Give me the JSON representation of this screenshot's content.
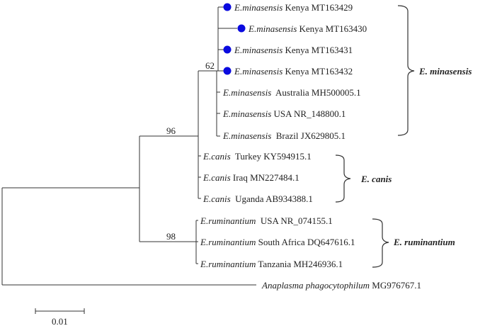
{
  "tips": [
    {
      "species": "E.minasensis",
      "rest": " Kenya MT163429",
      "marked": true
    },
    {
      "species": "E.minasensis",
      "rest": " Kenya MT163430",
      "marked": true
    },
    {
      "species": "E.minasensis",
      "rest": " Kenya MT163431",
      "marked": true
    },
    {
      "species": "E.minasensis",
      "rest": " Kenya MT163432",
      "marked": true
    },
    {
      "species": "E.minasensis",
      "rest": "  Australia MH500005.1",
      "marked": false
    },
    {
      "species": "E.minasensis",
      "rest": " USA NR_148800.1",
      "marked": false
    },
    {
      "species": "E.minasensis",
      "rest": "  Brazil JX629805.1",
      "marked": false
    },
    {
      "species": "E.canis",
      "rest": "  Turkey KY594915.1",
      "marked": false
    },
    {
      "species": "E.canis",
      "rest": " Iraq MN227484.1",
      "marked": false
    },
    {
      "species": "E.canis",
      "rest": "  Uganda AB934388.1",
      "marked": false
    },
    {
      "species": "E.ruminantium",
      "rest": "  USA NR_074155.1",
      "marked": false
    },
    {
      "species": "E.ruminantium",
      "rest": " South Africa DQ647616.1",
      "marked": false
    },
    {
      "species": "E.ruminantium",
      "rest": " Tanzania MH246936.1",
      "marked": false
    },
    {
      "species": "Anaplasma phagocytophilum",
      "rest": " MG976767.1",
      "marked": false
    }
  ],
  "clades": [
    {
      "label": "E. minasensis"
    },
    {
      "label": "E. canis"
    },
    {
      "label": "E. ruminantium"
    }
  ],
  "bootstrap": {
    "minasensis_node": "62",
    "ehrlichia_node": "96",
    "ruminantium_node": "98"
  },
  "scale_bar": {
    "label": "0.01"
  },
  "colors": {
    "marker": "#0a0adf",
    "line": "#333333",
    "text": "#222222"
  }
}
